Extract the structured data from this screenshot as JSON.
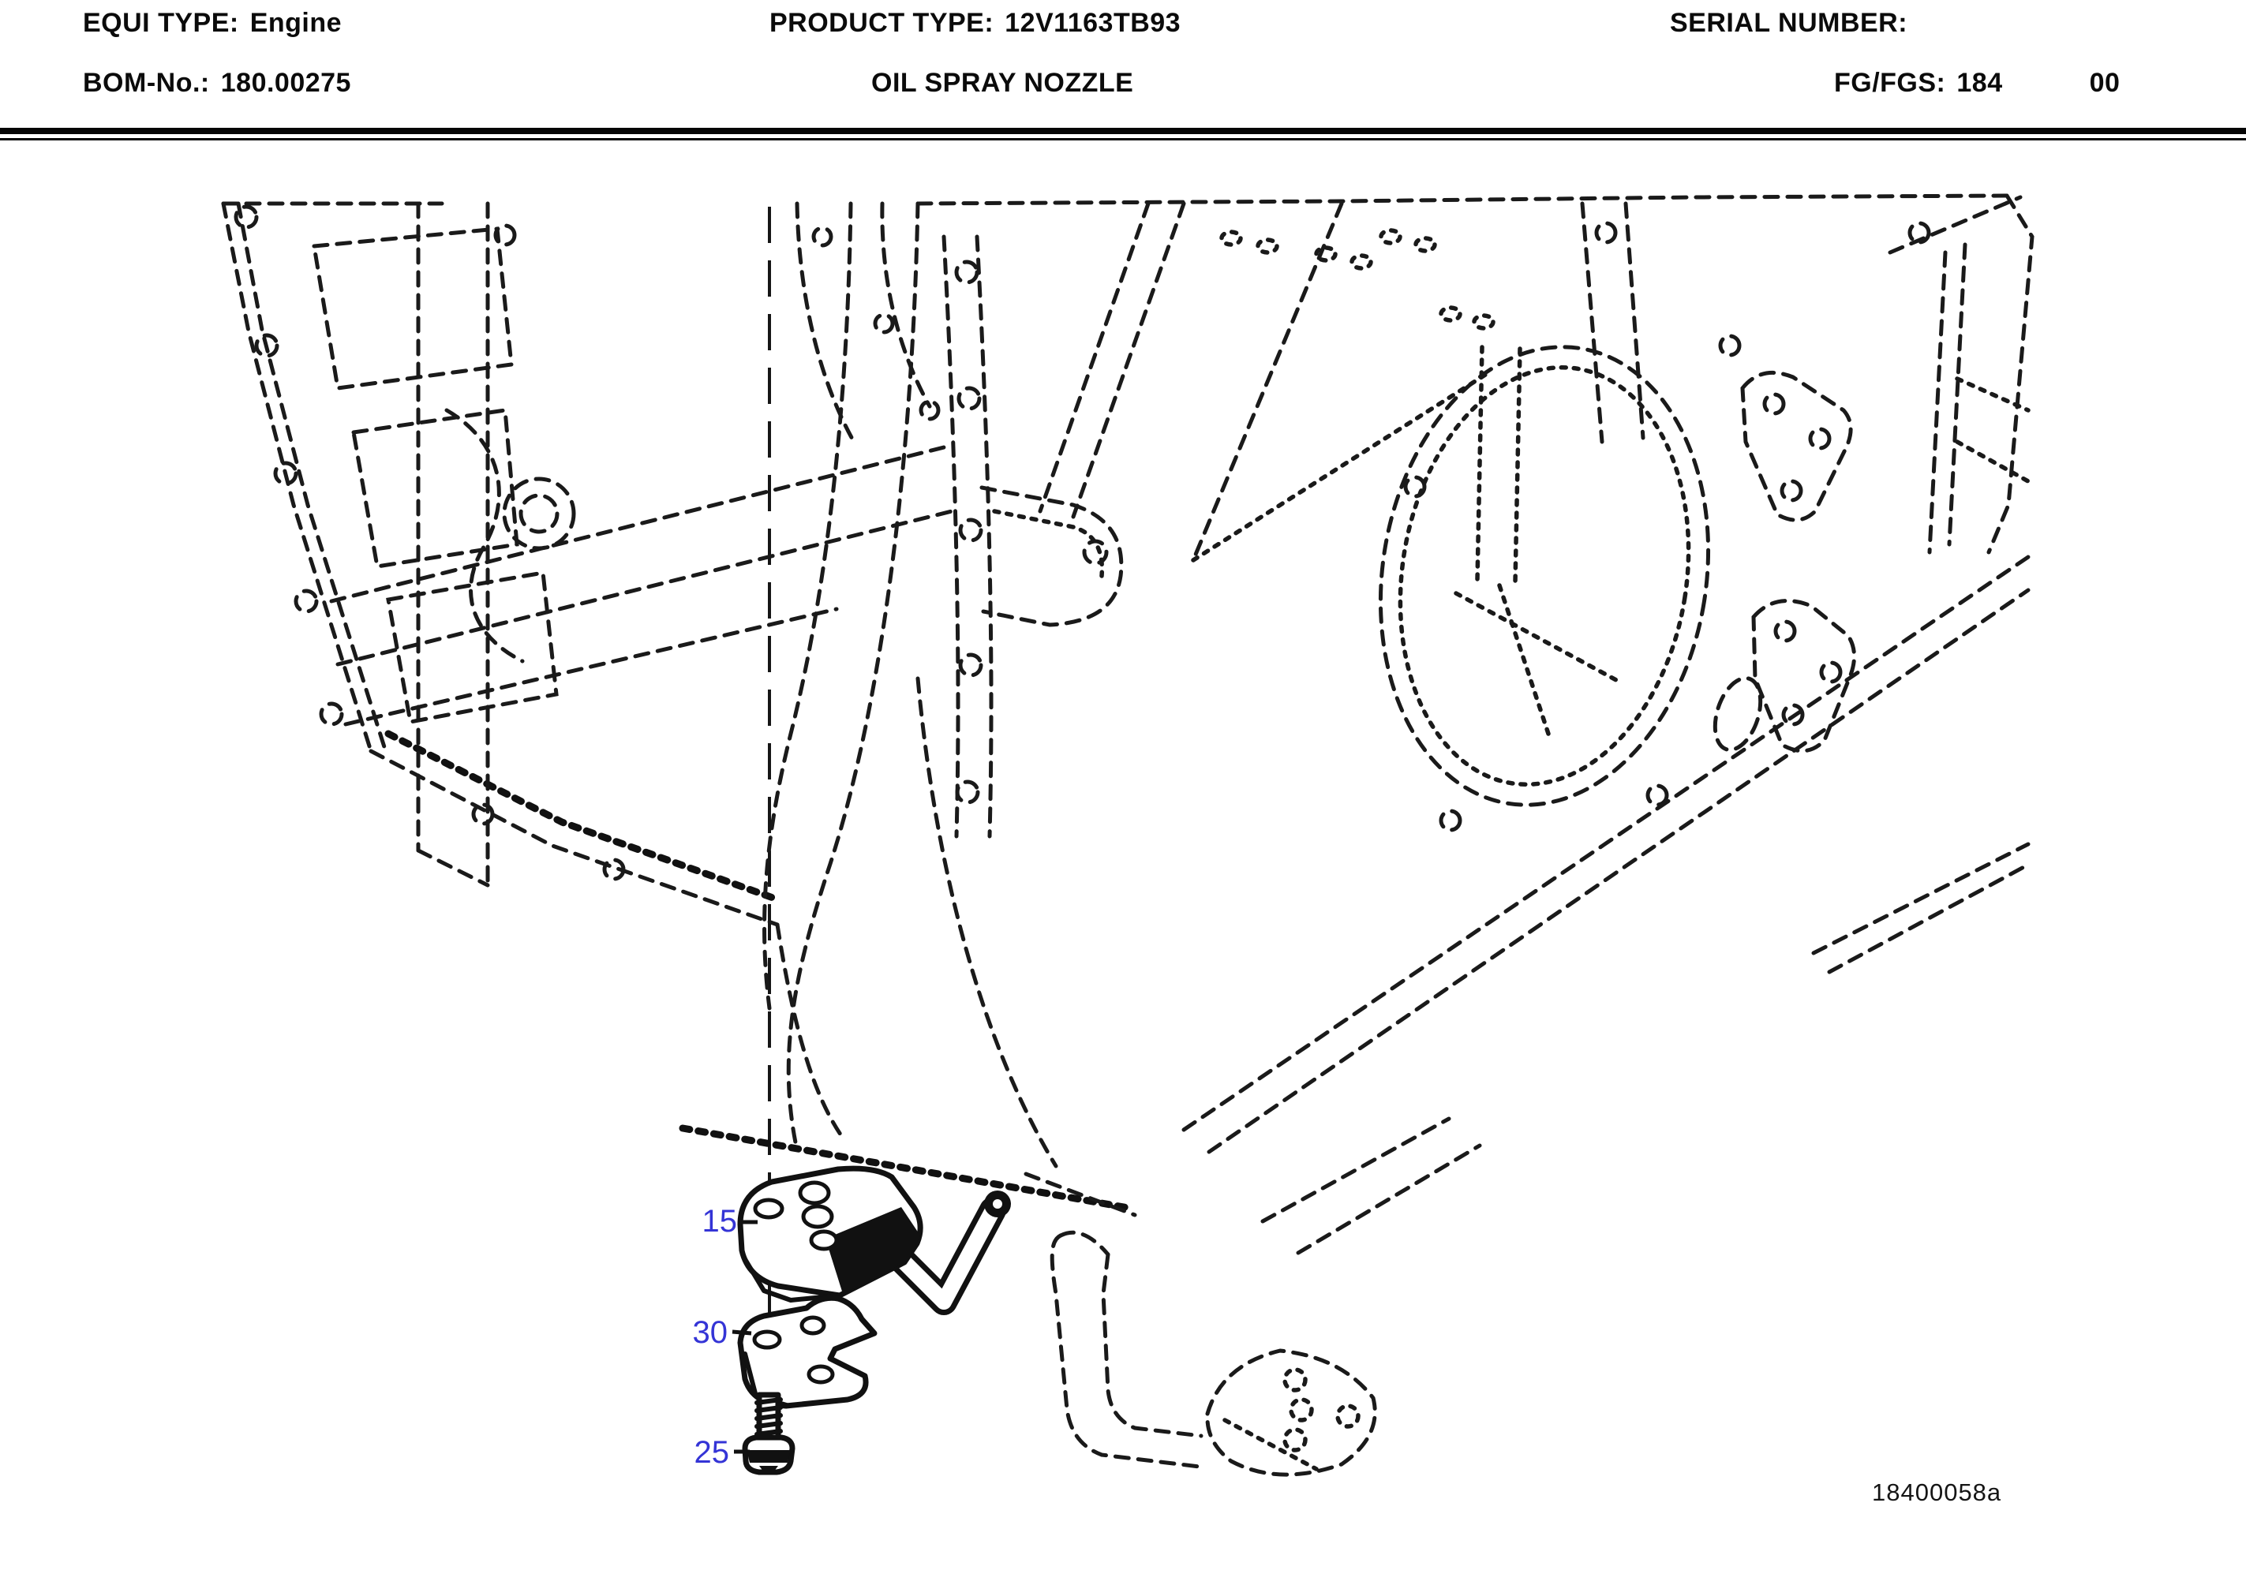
{
  "header": {
    "equi_type_label": "EQUI TYPE:",
    "equi_type_value": "Engine",
    "product_type_label": "PRODUCT TYPE:",
    "product_type_value": "12V1163TB93",
    "serial_number_label": "SERIAL NUMBER:",
    "bom_label": "BOM-No.:",
    "bom_value": "180.00275",
    "sheet_title": "OIL SPRAY NOZZLE",
    "fg_label": "FG/FGS:",
    "fg_value": "184",
    "fgs_value": "00"
  },
  "diagram": {
    "description": "Phantom-line isometric view of engine crankcase with oil spray nozzle parts",
    "figure_number": "18400058a",
    "callout_color": "#3434d6",
    "line_color": "#1a1a1a",
    "callouts": [
      {
        "id": "15",
        "part": "oil-spray-nozzle"
      },
      {
        "id": "30",
        "part": "retaining-plate"
      },
      {
        "id": "25",
        "part": "hex-flange-bolt"
      }
    ]
  }
}
